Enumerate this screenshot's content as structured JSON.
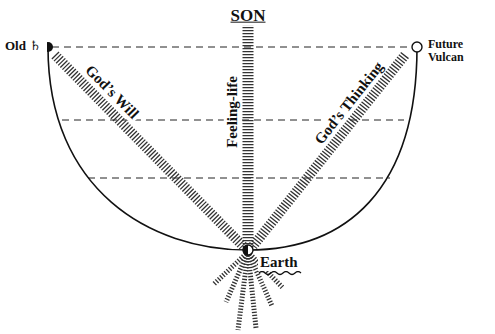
{
  "diagram": {
    "labels": [
      "SON",
      "Old ♄",
      "Future Vulcan",
      "God’s Will",
      "Feeling-life",
      "God’s Thinking",
      "Earth"
    ]
  }
}
